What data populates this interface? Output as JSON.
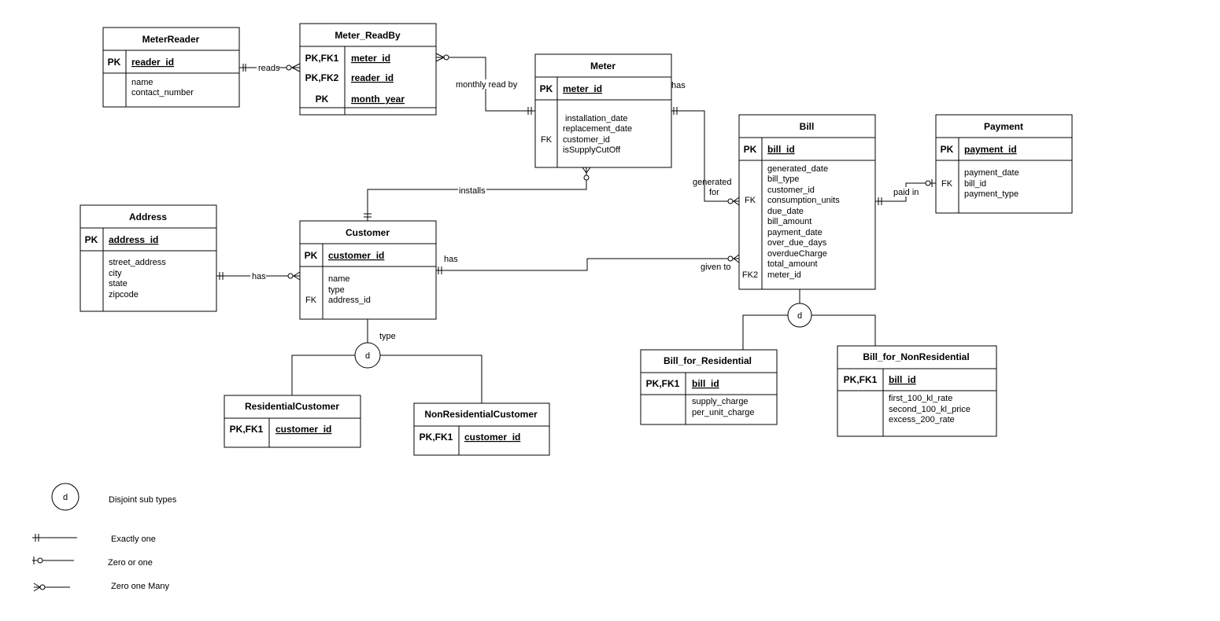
{
  "entities": {
    "meter_reader": {
      "title": "MeterReader",
      "pk_label": "PK",
      "pk_attr": "reader_id",
      "attrs": [
        "name",
        "contact_number"
      ]
    },
    "meter_readby": {
      "title": "Meter_ReadBy",
      "key_labels": [
        "PK,FK1",
        "PK,FK2",
        "PK"
      ],
      "keys": [
        "meter_id",
        "reader_id",
        "month_year"
      ]
    },
    "meter": {
      "title": "Meter",
      "pk_label": "PK",
      "pk_attr": "meter_id",
      "attrs": [
        "installation_date",
        "replacement_date",
        "customer_id",
        "isSupplyCutOff"
      ],
      "fk_label": "FK"
    },
    "bill": {
      "title": "Bill",
      "pk_label": "PK",
      "pk_attr": "bill_id",
      "attrs": [
        "generated_date",
        "bill_type",
        "customer_id",
        "consumption_units",
        "due_date",
        "bill_amount",
        "payment_date",
        "over_due_days",
        "overdueCharge",
        "total_amount",
        "meter_id"
      ],
      "fk_label": "FK",
      "fk2_label": "FK2"
    },
    "payment": {
      "title": "Payment",
      "pk_label": "PK",
      "pk_attr": "payment_id",
      "attrs": [
        "payment_date",
        "bill_id",
        "payment_type"
      ],
      "fk_label": "FK"
    },
    "address": {
      "title": "Address",
      "pk_label": "PK",
      "pk_attr": "address_id",
      "attrs": [
        "street_address",
        "city",
        "state",
        "zipcode"
      ]
    },
    "customer": {
      "title": "Customer",
      "pk_label": "PK",
      "pk_attr": "customer_id",
      "attrs": [
        "name",
        "type",
        "address_id"
      ],
      "fk_label": "FK"
    },
    "residential_customer": {
      "title": "ResidentialCustomer",
      "pk_label": "PK,FK1",
      "pk_attr": "customer_id"
    },
    "nonresidential_customer": {
      "title": "NonResidentialCustomer",
      "pk_label": "PK,FK1",
      "pk_attr": "customer_id"
    },
    "bill_residential": {
      "title": "Bill_for_Residential",
      "pk_label": "PK,FK1",
      "pk_attr": "bill_id",
      "attrs": [
        "supply_charge",
        "per_unit_charge"
      ]
    },
    "bill_nonresidential": {
      "title": "Bill_for_NonResidential",
      "pk_label": "PK,FK1",
      "pk_attr": "bill_id",
      "attrs": [
        "first_100_kl_rate",
        "second_100_kl_price",
        "excess_200_rate"
      ]
    }
  },
  "relationships": {
    "reads": "reads",
    "monthly_read_by": "monthly read by",
    "meter_has": "has",
    "installs": "installs",
    "generated_for": [
      "generated",
      "for"
    ],
    "paid_in": "paid in",
    "address_has": "has",
    "customer_has": "has",
    "given_to": "given to",
    "type": "type"
  },
  "disjoint_symbol": "d",
  "legend": {
    "disjoint": "Disjoint sub types",
    "exactly_one": "Exactly one",
    "zero_or_one": "Zero or one",
    "zero_one_many": "Zero one Many"
  }
}
